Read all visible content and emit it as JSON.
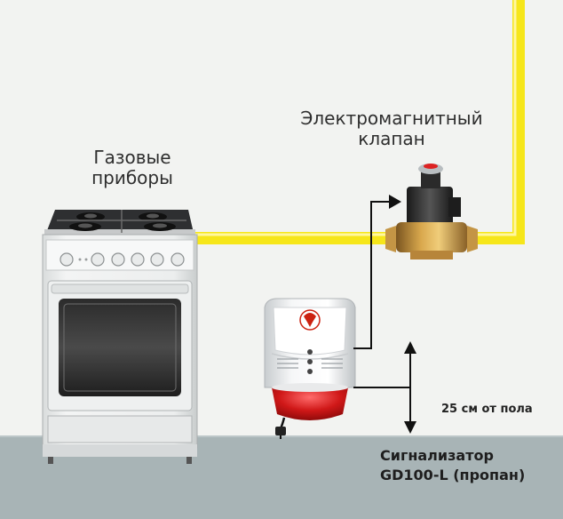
{
  "labels": {
    "appliances_line1": "Газовые",
    "appliances_line2": "приборы",
    "valve_line1": "Электромагнитный",
    "valve_line2": "клапан",
    "height_note": "25 см от пола",
    "alarm_line1": "Сигнализатор",
    "alarm_line2": "GD100-L (пропан)"
  },
  "colors": {
    "pipe": "#f6e61a",
    "arrow": "#111111",
    "wall": "#f2f3f1",
    "floor": "#a8b4b6"
  }
}
